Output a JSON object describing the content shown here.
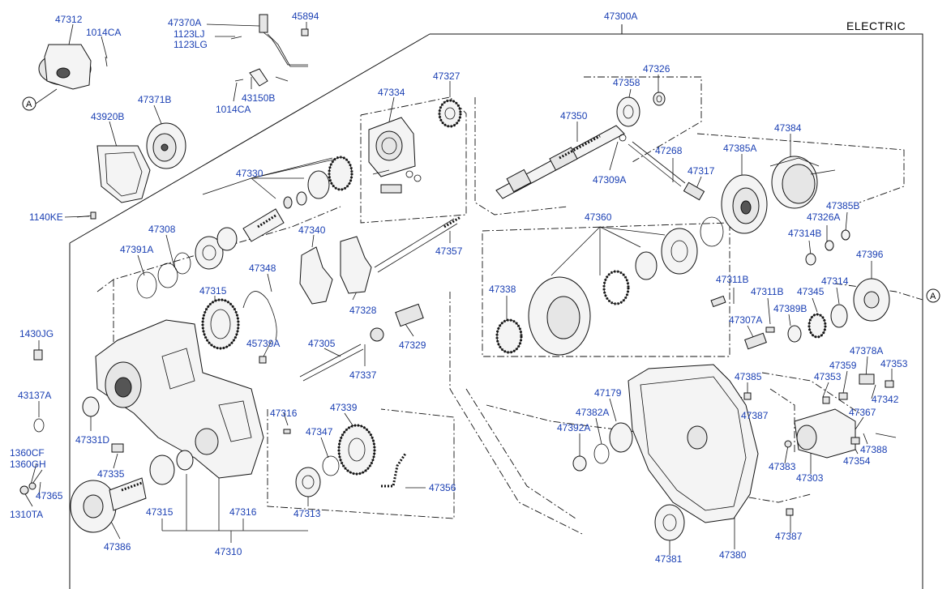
{
  "header": {
    "variant": "ELECTRIC",
    "assembly": "47300A"
  },
  "ref_marks": [
    "A",
    "A"
  ],
  "labels": [
    "47312",
    "1014CA",
    "43920B",
    "47371B",
    "1140KE",
    "47370A",
    "1123LJ",
    "1123LG",
    "45894",
    "43150B",
    "1014CA",
    "47334",
    "47327",
    "47358",
    "47326",
    "47350",
    "47309A",
    "47268",
    "47317",
    "47385A",
    "47384",
    "47330",
    "47308",
    "47391A",
    "47340",
    "47348",
    "47357",
    "47315",
    "47328",
    "47329",
    "45739A",
    "47305",
    "47337",
    "1430JG",
    "43137A",
    "47331D",
    "47335",
    "1360CF",
    "1360GH",
    "47365",
    "1310TA",
    "47316",
    "47339",
    "47347",
    "47313",
    "47356",
    "47386",
    "47315",
    "47316",
    "47310",
    "47360",
    "47338",
    "47326A",
    "47385B",
    "47314B",
    "47396",
    "47311B",
    "47311B",
    "47345",
    "47314",
    "47389B",
    "47307A",
    "47378A",
    "47359",
    "47353",
    "47353",
    "47385",
    "47342",
    "47179",
    "47382A",
    "47387",
    "47392A",
    "47367",
    "47388",
    "47354",
    "47383",
    "47303",
    "47387",
    "47381",
    "47380"
  ]
}
